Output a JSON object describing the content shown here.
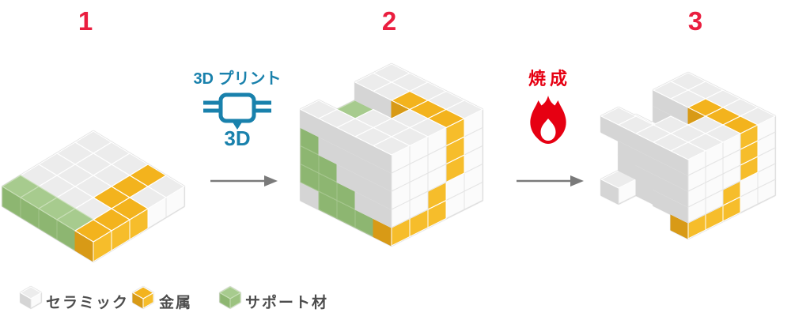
{
  "stages": [
    {
      "number": "1"
    },
    {
      "number": "2"
    },
    {
      "number": "3"
    }
  ],
  "process": {
    "print": {
      "label": "3D プリント",
      "icon_text": "3D",
      "color": "#1981ac"
    },
    "fire": {
      "label": "焼成",
      "color": "#e60012"
    }
  },
  "numbers_color": "#ea1e3f",
  "arrow_color": "#7a7a7a",
  "legend": {
    "items": [
      {
        "label": "セラミック",
        "type": "ceramic"
      },
      {
        "label": "金属",
        "type": "metal"
      },
      {
        "label": "サポート材",
        "type": "support"
      }
    ]
  },
  "palette": {
    "W": {
      "top": "#ececec",
      "ts": "#ffffff",
      "left": "#d5d5d5",
      "ls": "#d5d5d5",
      "right": "#fbfbfb",
      "rs": "#e4e4e4"
    },
    "Y": {
      "top": "#f3b31d",
      "ts": "#ffffff",
      "left": "#d89a16",
      "ls": "#d89a16",
      "right": "#f6bd2b",
      "rs": "#ffffff"
    },
    "G": {
      "top": "#a7cb8e",
      "ts": "#c9dfb8",
      "left": "#8db671",
      "ls": "#a3c48c",
      "right": "#9cc280",
      "rs": "#c9dfb8"
    },
    "L": {
      "top": "#bdd8a8",
      "ts": "#d6e7c8",
      "left": "#a3c48c",
      "ls": "#b5d1a0",
      "right": "#b0cf97",
      "rs": "#d6e7c8"
    }
  },
  "models": {
    "slab": {
      "layers": [
        [
          "WWWYW",
          "WWWYW",
          "WWWYY",
          "WWWWY",
          "GGGGY"
        ]
      ]
    },
    "printed": {
      "layers": [
        [
          "WWWWW",
          "WWYYY",
          "...WW",
          "..WWW",
          "WWWWW"
        ],
        [
          "WWWWW",
          "WWWWY",
          "GGLWW",
          "WWWWW",
          "GWWWW"
        ],
        [
          "WWWWW",
          "WWWWY",
          "WWWWW",
          "WWWWW",
          "GGWWW"
        ],
        [
          "WWWWW",
          "WWWWW",
          "WWWWY",
          "WWWWW",
          "GGGWW"
        ],
        [
          "WWWWW",
          "WWWWW",
          "WWWWY",
          "WWWWY",
          "WGGGY"
        ]
      ]
    },
    "fired": {
      "layers": [
        [
          "WWWWW",
          "WWYYY",
          "...WW",
          "..WWW",
          "WWWWW"
        ],
        [
          "WWWWW",
          "WWWWY",
          "...WW",
          "WWWWW",
          ".WWWW"
        ],
        [
          "WWWWW",
          "WWWWY",
          "WWWWW",
          "WWWWW",
          "..WWW"
        ],
        [
          "WWWWW",
          "WWWWW",
          "WWWWY",
          "WWWWW",
          "...WW"
        ],
        [
          "WWWWW",
          "WWWWW",
          "WWWWY",
          "WWWWY",
          "W...Y"
        ]
      ]
    },
    "legend_ceramic": {
      "layers": [
        [
          "W"
        ]
      ]
    },
    "legend_metal": {
      "layers": [
        [
          "Y"
        ]
      ]
    },
    "legend_support": {
      "layers": [
        [
          "G"
        ]
      ]
    }
  }
}
